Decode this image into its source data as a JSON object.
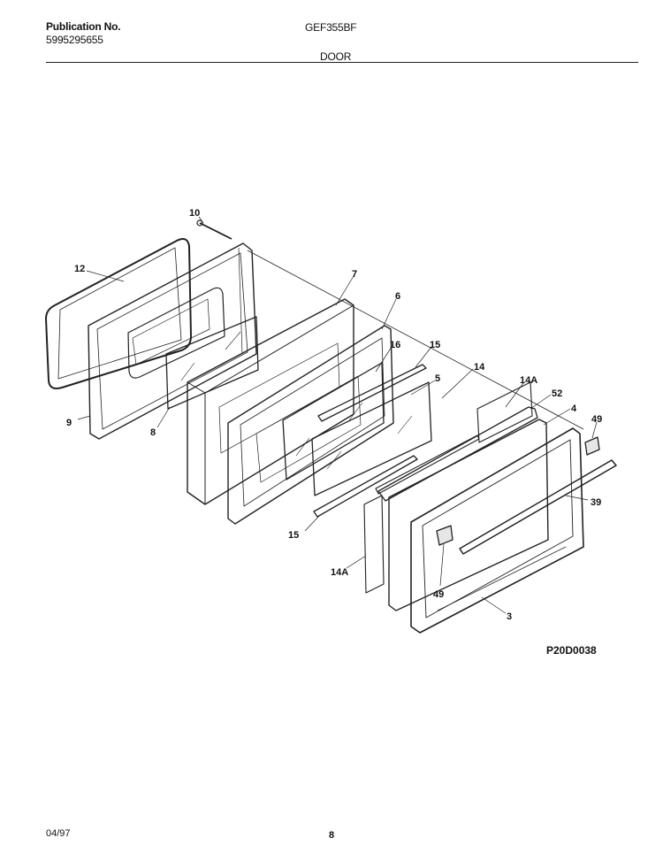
{
  "header": {
    "publication_label": "Publication No.",
    "publication_number": "5995295655",
    "model": "GEF355BF",
    "section": "DOOR"
  },
  "diagram_code": "P20D0038",
  "part_labels": {
    "p10": "10",
    "p12": "12",
    "p7": "7",
    "p6": "6",
    "p16": "16",
    "p15a": "15",
    "p14": "14",
    "p5": "5",
    "p14a_top": "14A",
    "p52": "52",
    "p4": "4",
    "p49a": "49",
    "p39": "39",
    "p9": "9",
    "p8": "8",
    "p15b": "15",
    "p14a_bot": "14A",
    "p49b": "49",
    "p3": "3"
  },
  "footer": {
    "date": "04/97",
    "page": "8"
  }
}
